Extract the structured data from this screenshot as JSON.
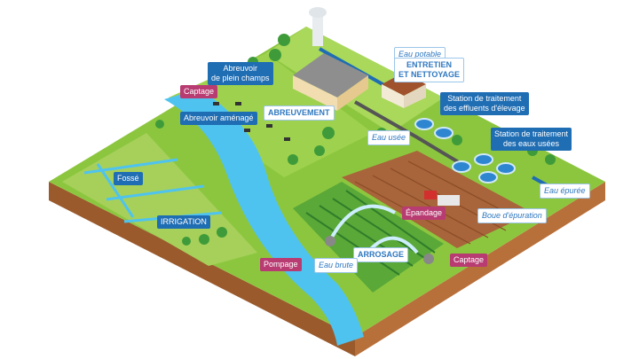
{
  "labels": {
    "eau_potable": "Eau potable",
    "entretien": "ENTRETIEN\nET NETTOYAGE",
    "abreuvoir_plein_champs": "Abreuvoir\nde plein champs",
    "captage_top": "Captage",
    "abreuvoir_amenage": "Abreuvoir aménagé",
    "abreuvement": "ABREUVEMENT",
    "station_effluents": "Station de traitement\ndes effluents d'élevage",
    "station_eaux_usees": "Station de traitement\ndes eaux usées",
    "eau_usee": "Eau usée",
    "fosse": "Fossé",
    "irrigation": "IRRIGATION",
    "epandage": "Épandage",
    "boue_epuration": "Boue d'épuration",
    "eau_epuree": "Eau épurée",
    "arrosage": "ARROSAGE",
    "eau_brute": "Eau brute",
    "pompage": "Pompage",
    "captage_bottom": "Captage"
  },
  "colors": {
    "use_label": "#1f6db3",
    "action_label": "#b83c72",
    "grass": "#8cc63f",
    "river": "#4fc3ef",
    "soil": "#a0522d"
  }
}
